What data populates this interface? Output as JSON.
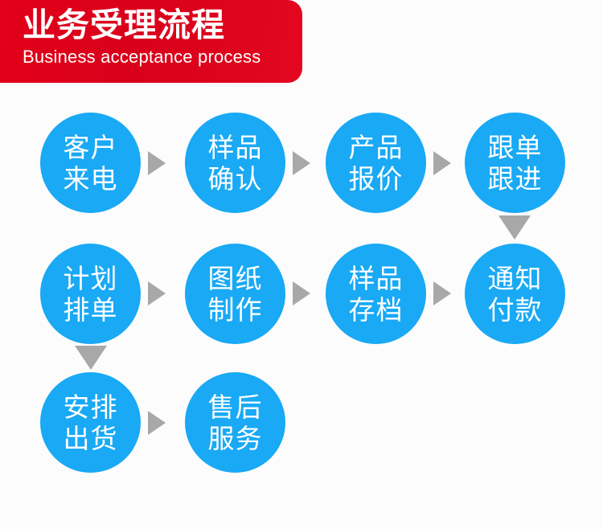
{
  "banner": {
    "title_cn": "业务受理流程",
    "title_en": "Business acceptance process",
    "bg_color": "#DD0019",
    "text_color": "#FFFFFF"
  },
  "theme": {
    "node_color": "#19A9F5",
    "arrow_color": "#A8A8A8",
    "background": "#FCFCFC",
    "node_text_color": "#FFFFFF"
  },
  "flow": {
    "node_count": 10,
    "nodes": [
      {
        "id": "n1",
        "line1": "客户",
        "line2": "来电",
        "row": 1,
        "col": 1
      },
      {
        "id": "n2",
        "line1": "样品",
        "line2": "确认",
        "row": 1,
        "col": 2
      },
      {
        "id": "n3",
        "line1": "产品",
        "line2": "报价",
        "row": 1,
        "col": 3
      },
      {
        "id": "n4",
        "line1": "跟单",
        "line2": "跟进",
        "row": 1,
        "col": 4
      },
      {
        "id": "n5",
        "line1": "计划",
        "line2": "排单",
        "row": 2,
        "col": 1
      },
      {
        "id": "n6",
        "line1": "图纸",
        "line2": "制作",
        "row": 2,
        "col": 2
      },
      {
        "id": "n7",
        "line1": "样品",
        "line2": "存档",
        "row": 2,
        "col": 3
      },
      {
        "id": "n8",
        "line1": "通知",
        "line2": "付款",
        "row": 2,
        "col": 4
      },
      {
        "id": "n9",
        "line1": "安排",
        "line2": "出货",
        "row": 3,
        "col": 1
      },
      {
        "id": "n10",
        "line1": "售后",
        "line2": "服务",
        "row": 3,
        "col": 2
      }
    ],
    "connectors": [
      {
        "id": "c1",
        "from": "n1",
        "to": "n2",
        "direction": "right"
      },
      {
        "id": "c2",
        "from": "n2",
        "to": "n3",
        "direction": "right"
      },
      {
        "id": "c3",
        "from": "n3",
        "to": "n4",
        "direction": "right"
      },
      {
        "id": "c4",
        "from": "n4",
        "to": "n8",
        "direction": "down"
      },
      {
        "id": "c5",
        "from": "n7",
        "to": "n8",
        "direction": "right"
      },
      {
        "id": "c6",
        "from": "n6",
        "to": "n7",
        "direction": "right"
      },
      {
        "id": "c7",
        "from": "n5",
        "to": "n6",
        "direction": "right"
      },
      {
        "id": "c8",
        "from": "n5",
        "to": "n9",
        "direction": "down"
      },
      {
        "id": "c9",
        "from": "n9",
        "to": "n10",
        "direction": "right"
      }
    ]
  }
}
